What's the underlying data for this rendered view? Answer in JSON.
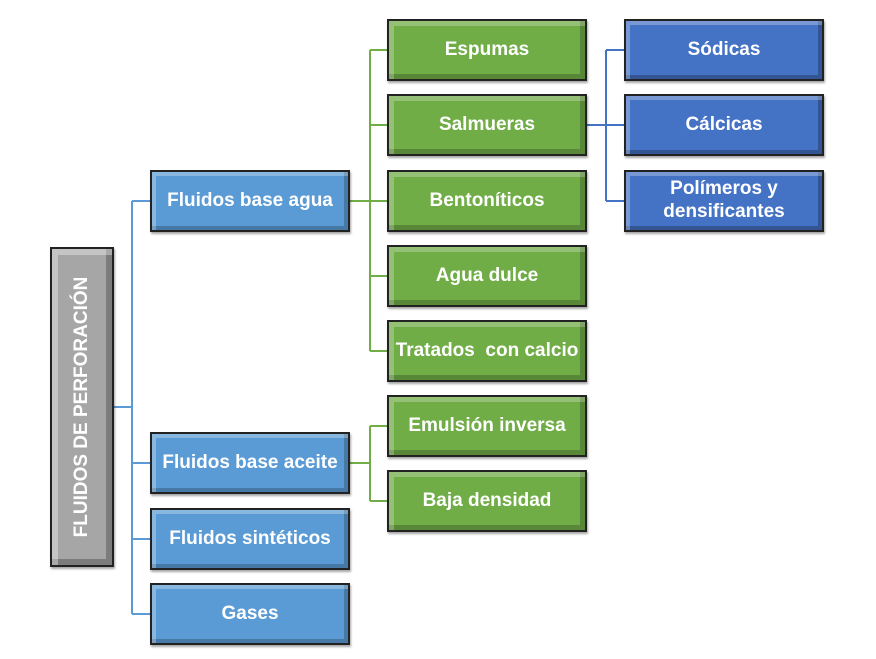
{
  "root": {
    "label": "FLUIDOS DE PERFORACIÓN"
  },
  "level1": [
    "Fluidos base agua",
    "Fluidos base aceite",
    "Fluidos sintéticos",
    "Gases"
  ],
  "water_children": [
    "Espumas",
    "Salmueras",
    "Bentoníticos",
    "Agua dulce",
    "Tratados  con calcio"
  ],
  "oil_children": [
    "Emulsión inversa",
    "Baja densidad"
  ],
  "brine_children": [
    "Sódicas",
    "Cálcicas",
    "Polímeros y densificantes"
  ],
  "colors": {
    "root": "#a6a6a6",
    "level1": "#5b9bd5",
    "level2": "#70ad47",
    "level3": "#4472c4",
    "connector_blue": "#5b9bd5",
    "connector_green": "#70ad47",
    "connector_dark": "#4472c4"
  }
}
